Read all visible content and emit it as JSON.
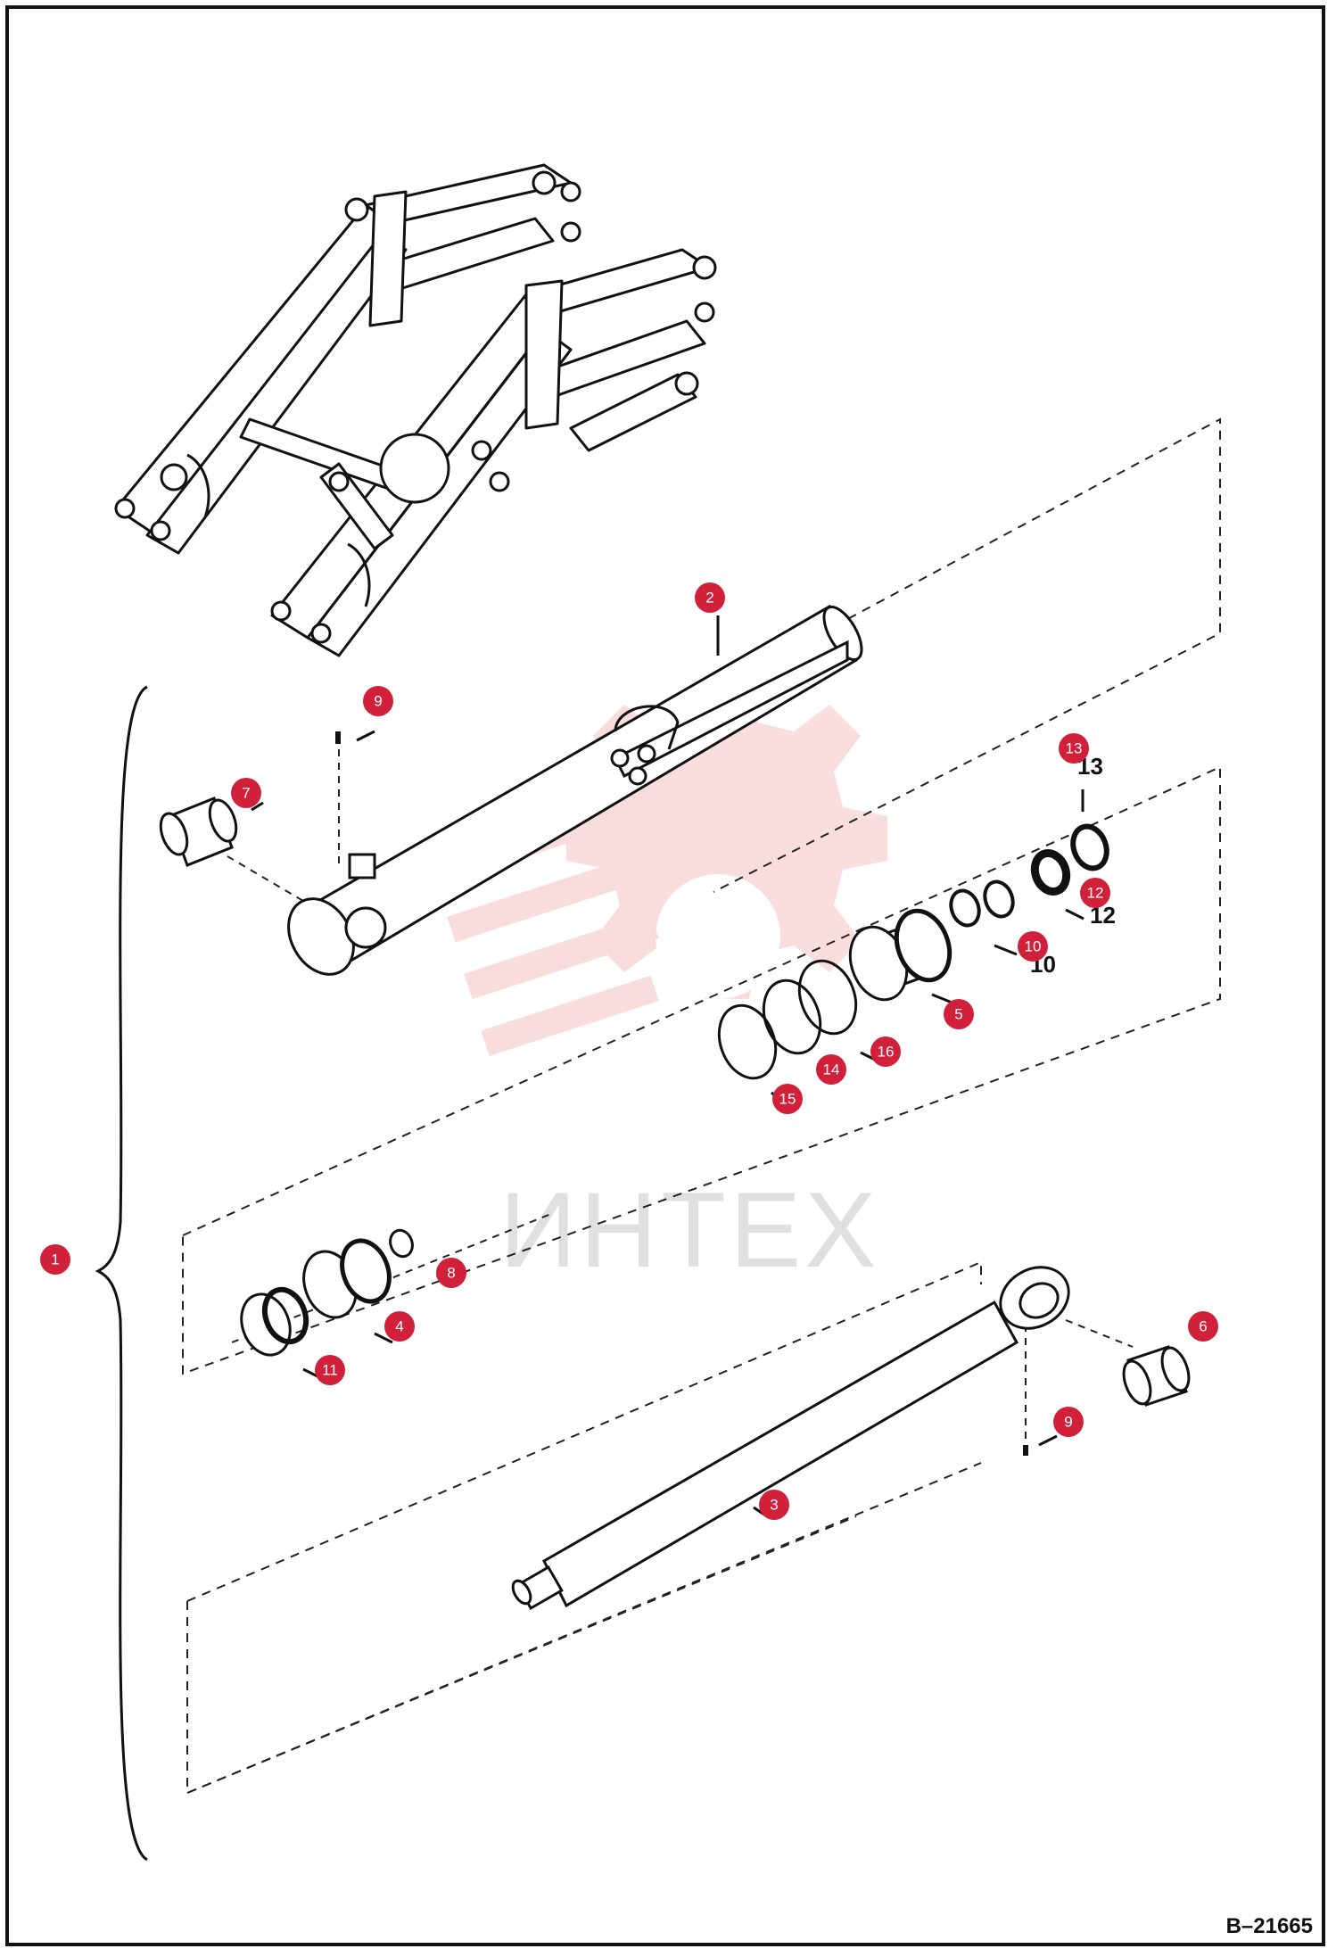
{
  "diagram": {
    "drawing_id": "B–21665",
    "watermark": "ИНТЕХ",
    "callout_color": "#d0203a",
    "watermark_color": "#e14a4a",
    "parts": [
      {
        "num": "1"
      },
      {
        "num": "2"
      },
      {
        "num": "3"
      },
      {
        "num": "4"
      },
      {
        "num": "5"
      },
      {
        "num": "6"
      },
      {
        "num": "7"
      },
      {
        "num": "8"
      },
      {
        "num": "9"
      },
      {
        "num": "9"
      },
      {
        "num": "10"
      },
      {
        "num": "11"
      },
      {
        "num": "12"
      },
      {
        "num": "13"
      },
      {
        "num": "14"
      },
      {
        "num": "15"
      },
      {
        "num": "16"
      }
    ]
  }
}
